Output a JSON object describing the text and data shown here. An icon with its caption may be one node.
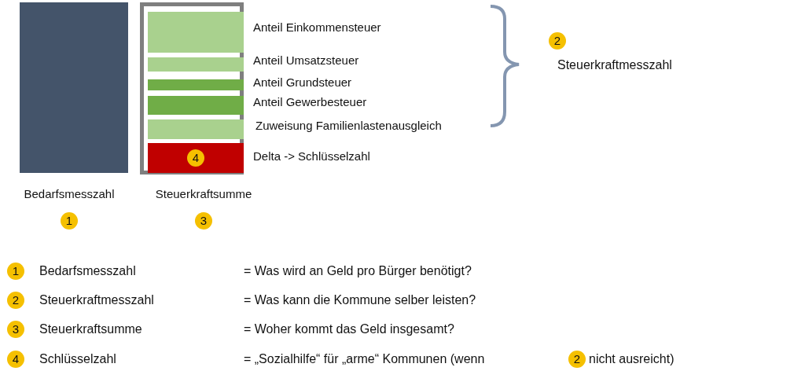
{
  "diagram": {
    "nodes": [
      {
        "text": [],
        "shape": "bar",
        "beside": [
          "Bedarfsmesszahl",
          "1"
        ]
      },
      {
        "text": [],
        "shape": "box",
        "beside": [
          "Steuerkraftsumme",
          "3"
        ]
      },
      {
        "text": [],
        "shape": "bar",
        "in": 1,
        "beside": [
          "Anteil Einkommensteuer"
        ]
      },
      {
        "text": [],
        "shape": "bar",
        "in": 1,
        "beside": [
          "Anteil Umsatzsteuer"
        ]
      },
      {
        "text": [],
        "shape": "bar",
        "in": 1,
        "beside": [
          "Anteil Grundsteuer"
        ]
      },
      {
        "text": [],
        "shape": "bar",
        "in": 1,
        "beside": [
          "Anteil Gewerbesteuer"
        ]
      },
      {
        "text": [],
        "shape": "bar",
        "in": 1,
        "beside": [
          "Zuweisung Familienlastenausgleich"
        ]
      },
      {
        "text": [
          "4"
        ],
        "in": 1,
        "beside": [
          "Delta -> Schlüsselzahl"
        ]
      }
    ],
    "edges": [],
    "labels": [
      "2",
      "Steuerkraftmesszahl",
      "1",
      "Bedarfsmesszahl",
      "= Was wird an Geld pro Bürger benötigt?",
      "2",
      "Steuerkraftmesszahl",
      "= Was kann die Kommune selber leisten?",
      "3",
      "Steuerkraftsumme",
      "= Woher kommt das Geld insgesamt?",
      "4",
      "Schlüsselzahl",
      "= „Sozialhilfe“ für „arme“ Kommunen (wenn",
      "2",
      "nicht ausreicht)"
    ]
  }
}
